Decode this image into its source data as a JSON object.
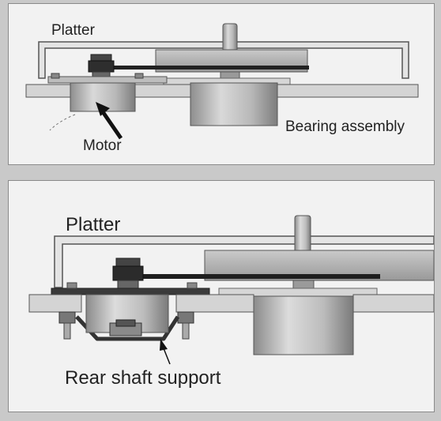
{
  "diagrams": [
    {
      "platter_label": "Platter",
      "bearing_label": "Bearing assembly",
      "motor_label": "Motor"
    },
    {
      "platter_label": "Platter",
      "rear_support_label": "Rear shaft support"
    }
  ],
  "colors": {
    "panel_background": "#f2f2f2",
    "frame": "#7a7a7a",
    "metal": "#b5b5b5",
    "dark_metal": "#3a3a3a",
    "belt": "#202020"
  }
}
